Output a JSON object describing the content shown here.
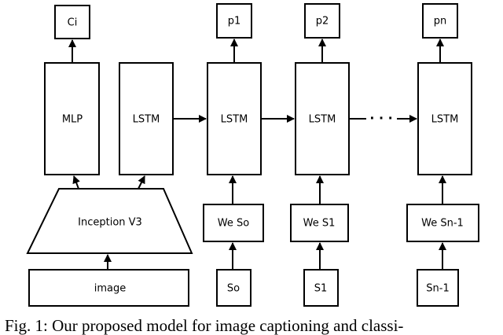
{
  "diagram": {
    "nodes": {
      "ci": "Ci",
      "mlp": "MLP",
      "lstm_init": "LSTM",
      "inception": "Inception V3",
      "image": "image",
      "p1": "p1",
      "p2": "p2",
      "pn": "pn",
      "lstm_1": "LSTM",
      "lstm_2": "LSTM",
      "lstm_n": "LSTM",
      "we_s0": "We So",
      "we_s1": "We S1",
      "we_sn1": "We Sn-1",
      "s0": "So",
      "s1": "S1",
      "sn1": "Sn-1"
    },
    "ellipsis": "· · ·"
  },
  "caption": "Fig. 1: Our proposed model for image captioning and classi-"
}
